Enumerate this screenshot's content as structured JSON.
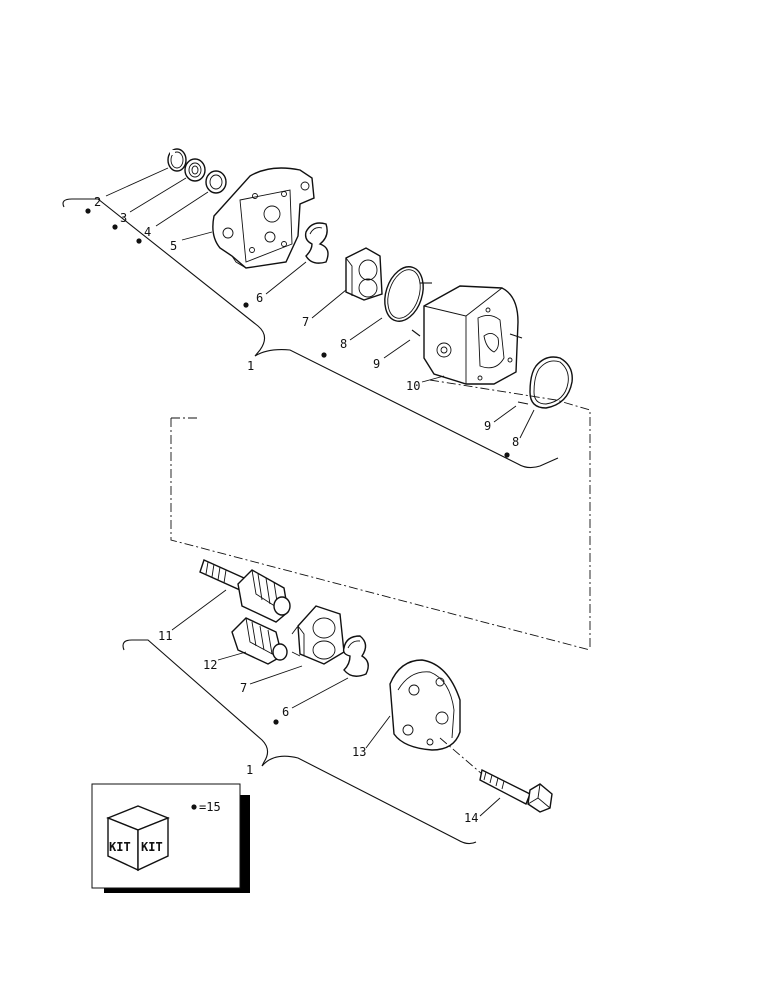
{
  "callouts": {
    "c1_top": "1",
    "c2": "2",
    "c3": "3",
    "c4": "4",
    "c5": "5",
    "c6_top": "6",
    "c7_top": "7",
    "c8_left": "8",
    "c9_left": "9",
    "c10": "10",
    "c9_right": "9",
    "c8_right": "8",
    "c11": "11",
    "c12": "12",
    "c7_bottom": "7",
    "c6_bottom": "6",
    "c13": "13",
    "c1_bottom": "1",
    "c14": "14"
  },
  "legend": {
    "kit_label_left": "KIT",
    "kit_label_right": "KIT",
    "kit_key": "=15"
  },
  "colors": {
    "ink": "#111111",
    "paper": "#ffffff",
    "shadow": "#000000"
  }
}
